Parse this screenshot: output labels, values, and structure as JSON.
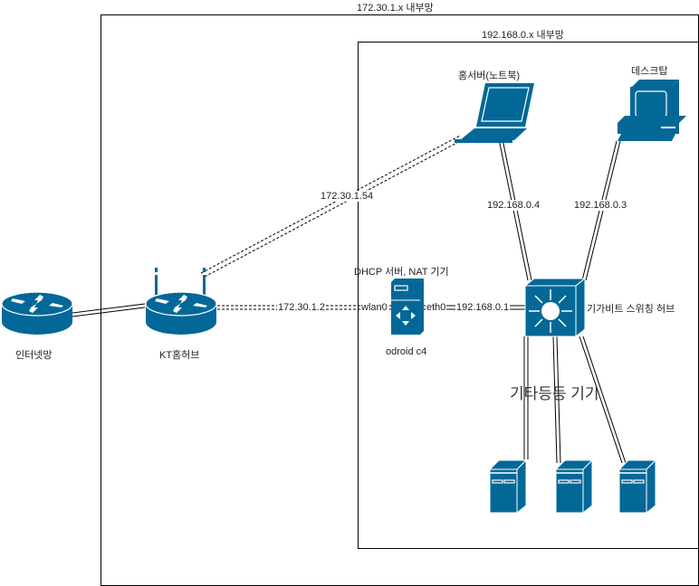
{
  "colors": {
    "device": "#036897",
    "line": "#000000",
    "border": "#000000"
  },
  "zones": {
    "outer": {
      "label": "172.30.1.x 내부망"
    },
    "inner": {
      "label": "192.168.0.x 내부망"
    }
  },
  "devices": {
    "internet": {
      "label": "인터넷망",
      "icon": "router-icon"
    },
    "kt_hub": {
      "label": "KT홈허브",
      "icon": "wireless-router-icon"
    },
    "odroid": {
      "label": "odroid c4",
      "caption": "DHCP 서버, NAT 기기",
      "icon": "server-icon"
    },
    "switch": {
      "label": "기가비트 스위칭 허브",
      "icon": "layer3-switch-icon"
    },
    "laptop": {
      "label": "홈서버(노트북)",
      "icon": "laptop-icon"
    },
    "desktop": {
      "label": "데스크탑",
      "icon": "desktop-icon"
    },
    "others": {
      "label": "기타등등 기기",
      "icon": "server-icon"
    }
  },
  "links": {
    "kt_wifi_laptop": "172.30.1.54",
    "kt_odroid": "172.30.1.2",
    "odroid_wlan": "wlan0",
    "odroid_eth": "eth0",
    "odroid_switch": "192.168.0.1",
    "switch_laptop": "192.168.0.4",
    "switch_desktop": "192.168.0.3"
  }
}
